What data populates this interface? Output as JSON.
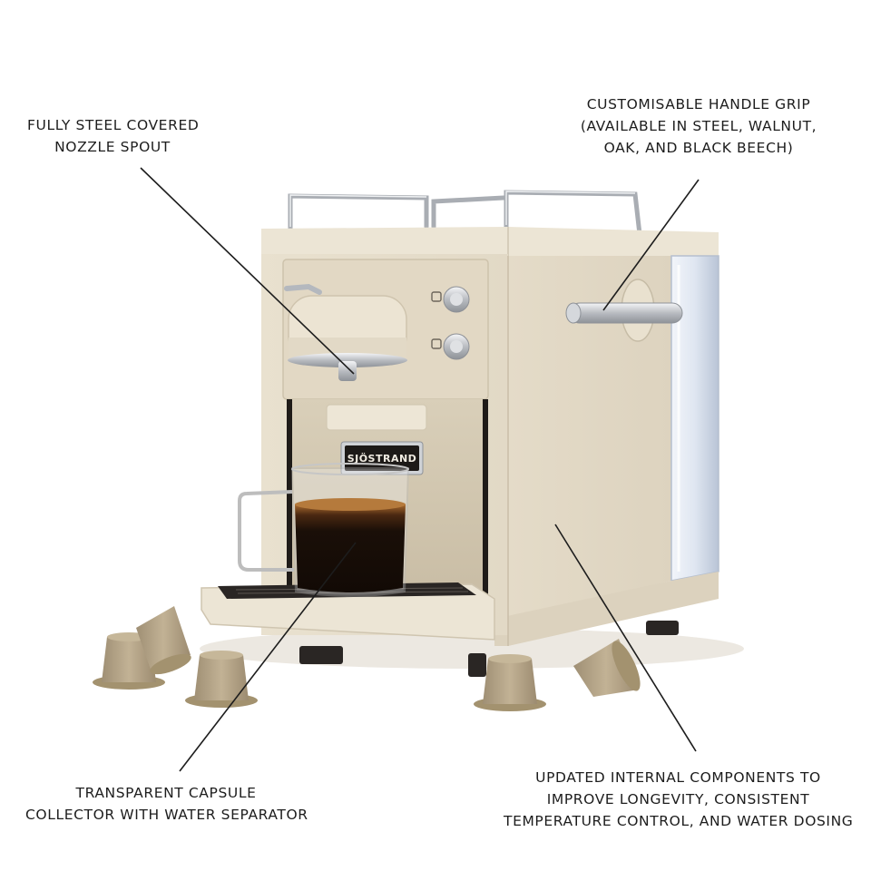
{
  "brand_plate": "SJÖSTRAND",
  "callouts": {
    "nozzle": {
      "lines": [
        "FULLY STEEL COVERED",
        "NOZZLE SPOUT"
      ]
    },
    "handle": {
      "lines": [
        "CUSTOMISABLE  HANDLE GRIP",
        "(AVAILABLE IN STEEL, WALNUT,",
        "OAK, AND BLACK BEECH)"
      ]
    },
    "capsule": {
      "lines": [
        "TRANSPARENT CAPSULE",
        "COLLECTOR WITH WATER SEPARATOR"
      ]
    },
    "internal": {
      "lines": [
        "UPDATED INTERNAL COMPONENTS TO",
        "IMPROVE LONGEVITY, CONSISTENT",
        "TEMPERATURE CONTROL, AND WATER DOSING"
      ]
    }
  },
  "colors": {
    "body": "#e6ddcb",
    "body_shadow": "#d3c8b3",
    "steel": "#c9ccd0",
    "coffee": "#1a0f08",
    "crema": "#b57a3c",
    "capsule": "#b8a78c",
    "leader": "#1d1d1d"
  }
}
